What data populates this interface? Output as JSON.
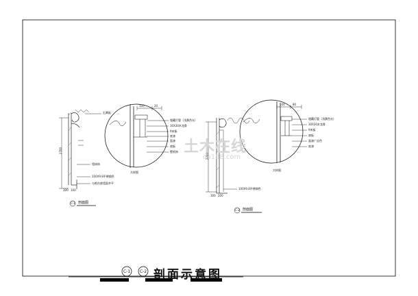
{
  "drawing": {
    "title": "剖面示意图",
    "section_codes": [
      "C-1",
      "C-2"
    ]
  },
  "left_detail": {
    "ann_ceiling": "石膏板",
    "big_label": "大样图",
    "big_ann": [
      "埋藏灯管（浅黄色光）",
      "30X30木龙骨",
      "9夹板",
      "底漆",
      "面漆",
      "底板",
      "壁纸饰"
    ],
    "dims_top": [
      "100",
      "20"
    ],
    "section_ann": [
      "墙体饰",
      "100X9.8不锈钢色",
      "与吧台底墙面齐平"
    ],
    "dim_vertical": "2700",
    "dim_small": [
      "300",
      "100"
    ],
    "section_label": "剖面图",
    "section_code": "C-1"
  },
  "right_detail": {
    "big_label": "大样图",
    "big_ann": [
      "埋藏灯管（浅黄色光）",
      "30X30木龙骨",
      "9夹板",
      "底板",
      "面漆广告色",
      "底漆"
    ],
    "dims_top": [
      "100",
      "80"
    ],
    "section_ann": [
      "100X9.8不锈钢色"
    ],
    "dim_vertical": "2700",
    "dim_small": [
      "300",
      "100"
    ],
    "section_label": "剖面图",
    "section_code": "C-2"
  },
  "watermark": {
    "text": "土木在线",
    "sub": "co188.com"
  }
}
